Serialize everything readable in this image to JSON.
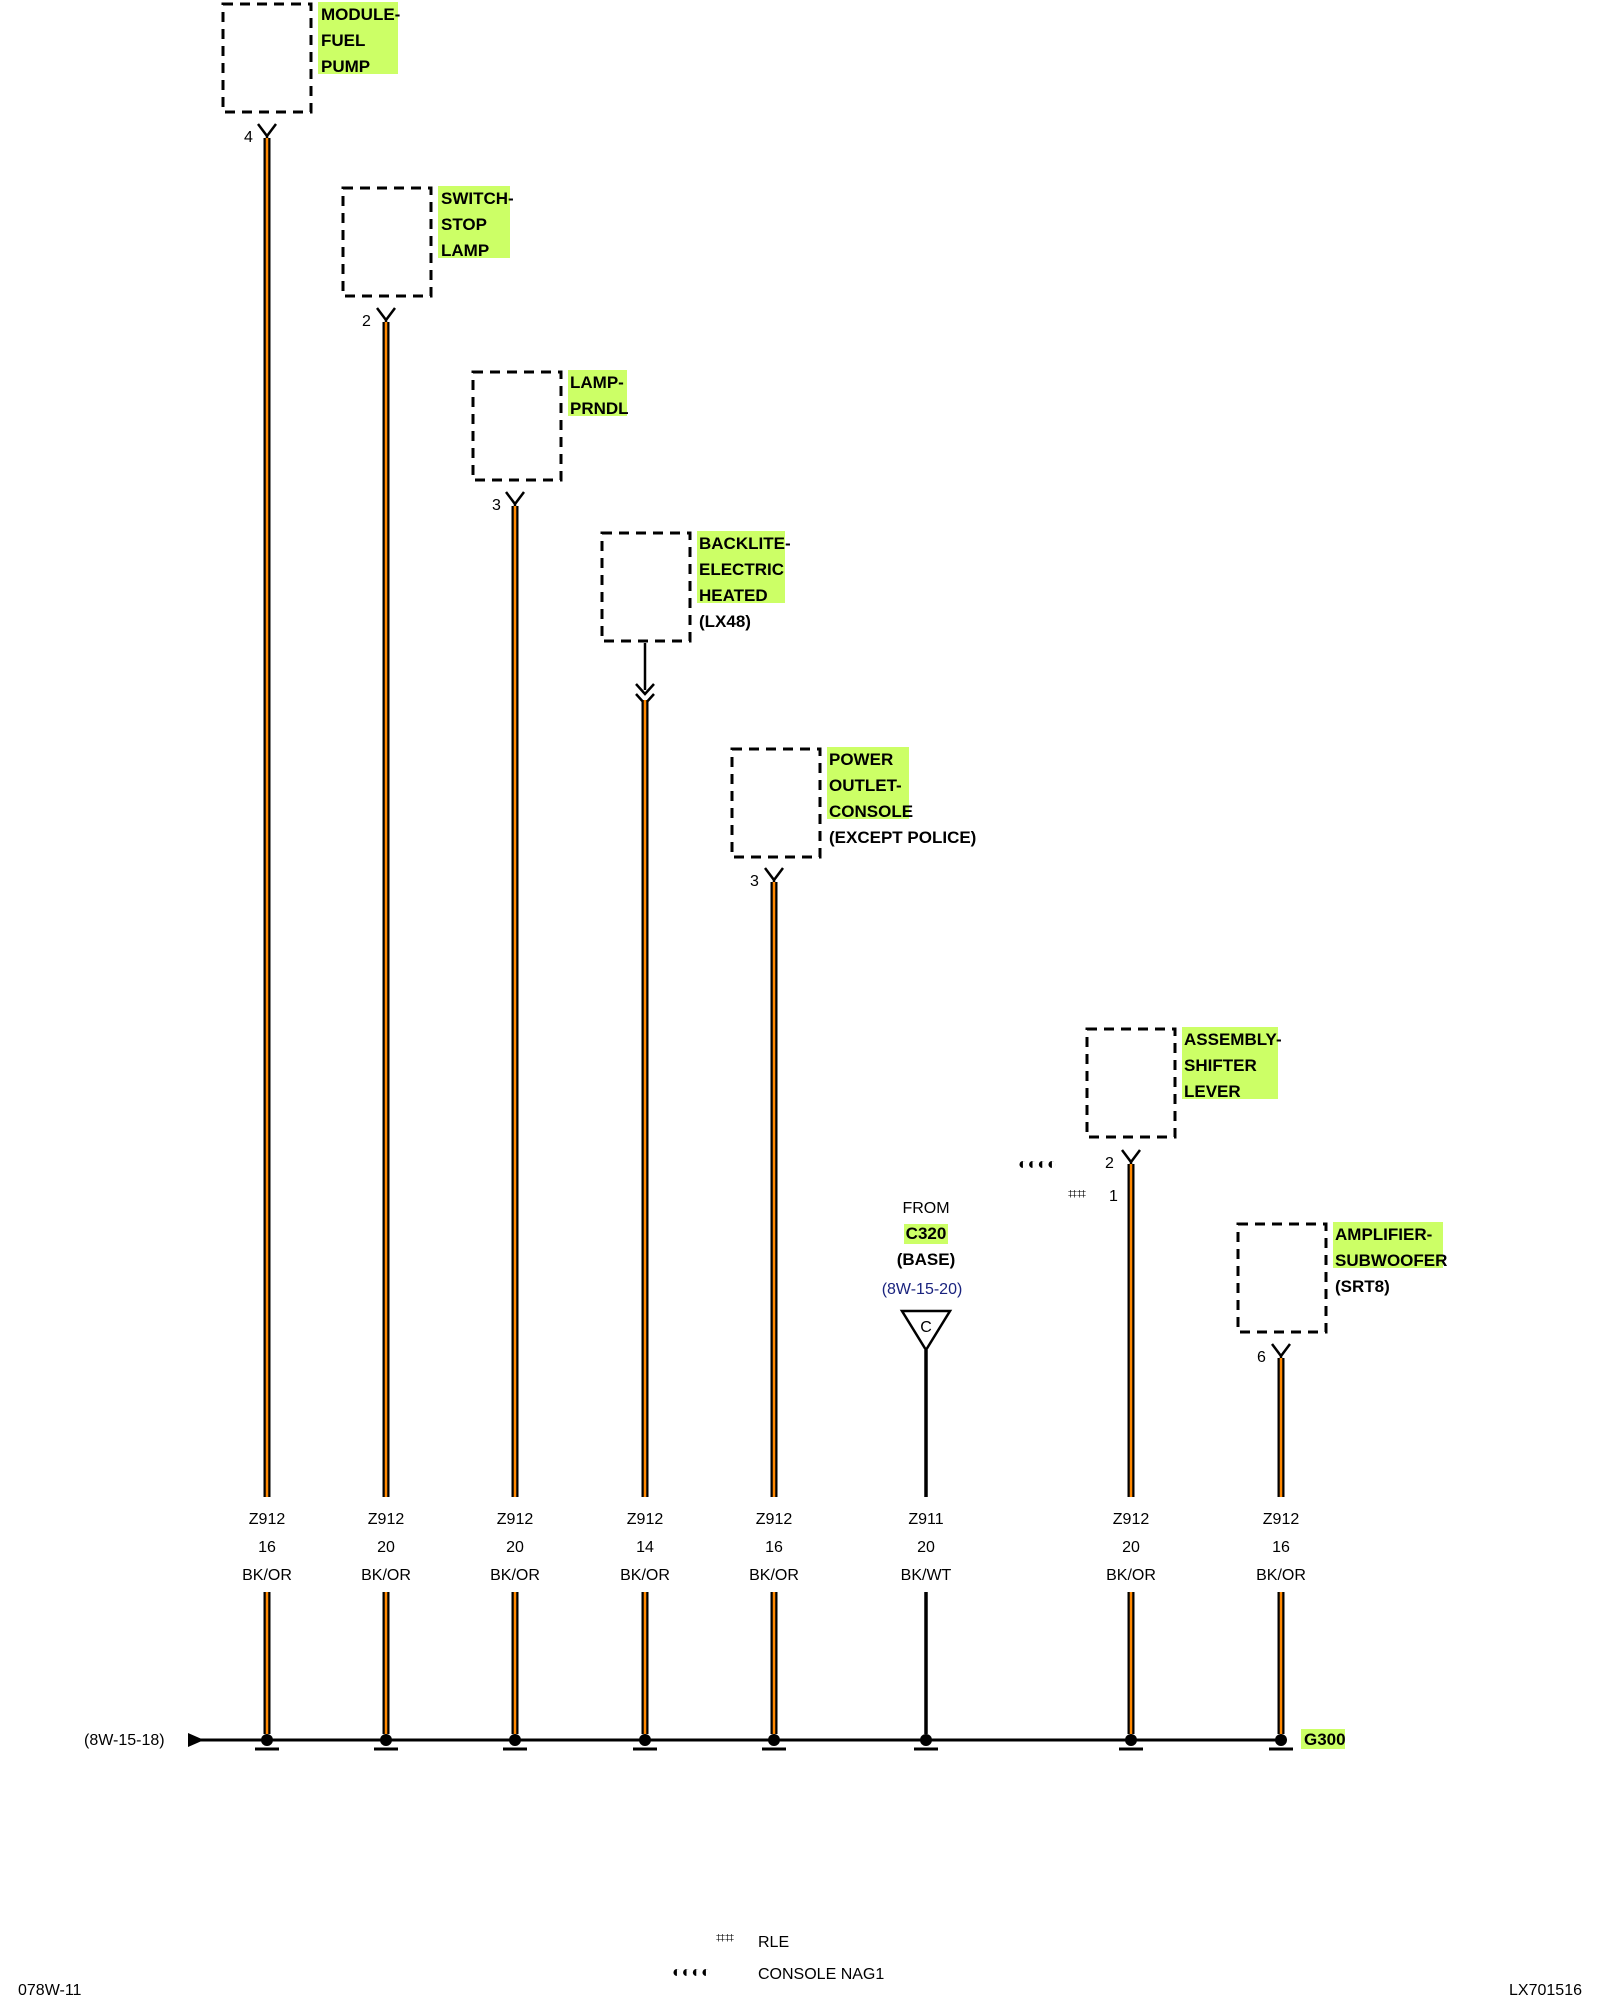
{
  "colors": {
    "highlight": "#ccff66",
    "wire_outer": "#000000",
    "wire_stripe": "#ff8800",
    "ref_blue": "#1a237e"
  },
  "components": [
    {
      "label_lines": [
        "MODULE-",
        "FUEL",
        "PUMP"
      ],
      "extra": "",
      "pin": "4"
    },
    {
      "label_lines": [
        "SWITCH-",
        "STOP",
        "LAMP"
      ],
      "extra": "",
      "pin": "2"
    },
    {
      "label_lines": [
        "LAMP-",
        "PRNDL"
      ],
      "extra": "",
      "pin": "3"
    },
    {
      "label_lines": [
        "BACKLITE-",
        "ELECTRIC",
        "HEATED"
      ],
      "extra": "(LX48)",
      "pin": ""
    },
    {
      "label_lines": [
        "POWER",
        "OUTLET-",
        "CONSOLE"
      ],
      "extra": "(EXCEPT POLICE)",
      "pin": "3"
    },
    {
      "label_lines": [
        "ASSEMBLY-",
        "SHIFTER",
        "LEVER"
      ],
      "extra": "",
      "pin": "2",
      "pin_alt": "1"
    },
    {
      "label_lines": [
        "AMPLIFIER-",
        "SUBWOOFER"
      ],
      "extra": "(SRT8)",
      "pin": "6"
    }
  ],
  "from_block": {
    "from": "FROM",
    "connector": "C320",
    "variant": "(BASE)",
    "ref": "(8W-15-20)",
    "symbol": "C"
  },
  "wires": [
    {
      "circuit": "Z912",
      "gauge": "16",
      "color": "BK/OR"
    },
    {
      "circuit": "Z912",
      "gauge": "20",
      "color": "BK/OR"
    },
    {
      "circuit": "Z912",
      "gauge": "20",
      "color": "BK/OR"
    },
    {
      "circuit": "Z912",
      "gauge": "14",
      "color": "BK/OR"
    },
    {
      "circuit": "Z912",
      "gauge": "16",
      "color": "BK/OR"
    },
    {
      "circuit": "Z911",
      "gauge": "20",
      "color": "BK/WT"
    },
    {
      "circuit": "Z912",
      "gauge": "20",
      "color": "BK/OR"
    },
    {
      "circuit": "Z912",
      "gauge": "16",
      "color": "BK/OR"
    }
  ],
  "ground": {
    "ref": "(8W-15-18)",
    "label": "G300"
  },
  "legend": [
    {
      "symbol": "⌗⌗",
      "text": "RLE"
    },
    {
      "symbol": "◐◐◐◐",
      "text": "CONSOLE NAG1"
    }
  ],
  "footer": {
    "left": "078W-11",
    "right": "LX701516"
  }
}
